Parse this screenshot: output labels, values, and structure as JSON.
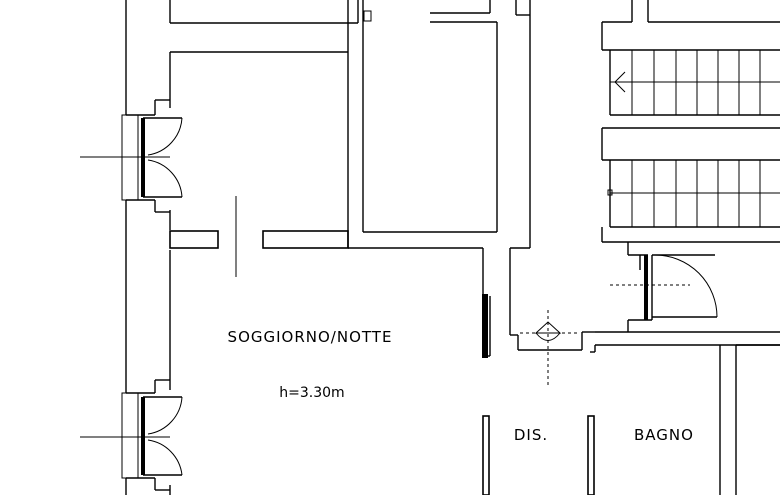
{
  "rooms": {
    "soggiorno": {
      "label": "SOGGIORNO/NOTTE",
      "height_note": "h=3.30m"
    },
    "disimpegno": {
      "label": "DIS."
    },
    "bagno": {
      "label": "BAGNO"
    }
  },
  "colors": {
    "line": "#000000",
    "background": "#ffffff"
  }
}
